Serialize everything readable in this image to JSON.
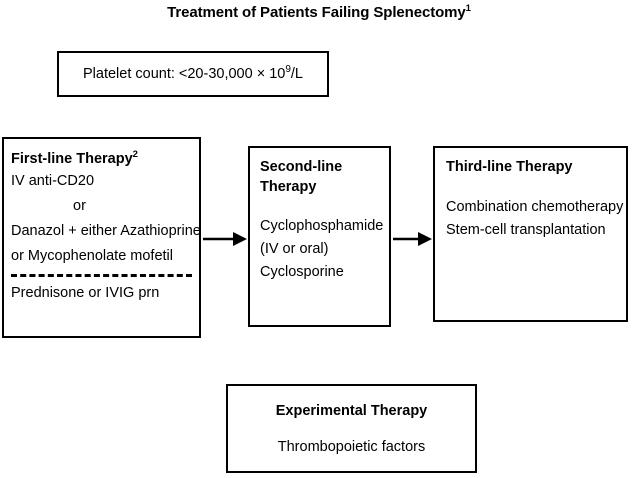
{
  "title": {
    "text": "Treatment of Patients Failing Splenectomy",
    "superscript": "1"
  },
  "platelet": {
    "label": "Platelet count: <20-30,000 × 10",
    "exponent": "9",
    "unit": "/L"
  },
  "first_line": {
    "header": "First-line Therapy",
    "header_superscript": "2",
    "lines": [
      "IV anti-CD20",
      "or",
      "Danazol + either Azathioprine",
      "or Mycophenolate mofetil"
    ],
    "divider": "dashed-divider",
    "footer": "Prednisone  or  IVIG prn"
  },
  "second_line": {
    "header_line1": "Second-line",
    "header_line2": "Therapy",
    "lines": [
      "Cyclophosphamide",
      "(IV or oral)",
      "Cyclosporine"
    ]
  },
  "third_line": {
    "header": "Third-line Therapy",
    "lines": [
      "Combination chemotherapy",
      "Stem-cell transplantation"
    ]
  },
  "experimental": {
    "header": "Experimental Therapy",
    "line": "Thrombopoietic factors"
  },
  "arrows": {
    "first_to_second": "arrow-right",
    "second_to_third": "arrow-right"
  },
  "colors": {
    "stroke": "#000000",
    "background": "#ffffff",
    "text": "#000000"
  }
}
